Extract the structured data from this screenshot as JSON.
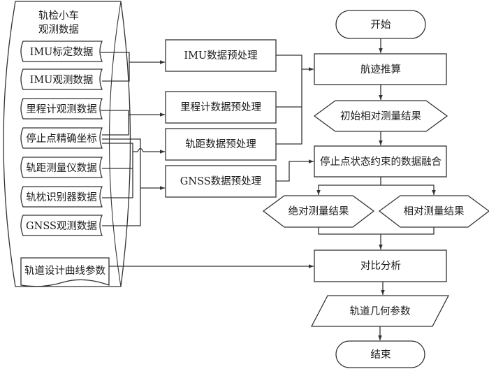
{
  "diagram": {
    "container": {
      "title_line1": "轨检小车",
      "title_line2": "观测数据"
    },
    "data_sources": [
      {
        "id": "imu-calib",
        "label": "IMU标定数据"
      },
      {
        "id": "imu-obs",
        "label": "IMU观测数据"
      },
      {
        "id": "odometer-obs",
        "label": "里程计观测数据"
      },
      {
        "id": "stop-coords",
        "label": "停止点精确坐标"
      },
      {
        "id": "gauge-data",
        "label": "轨距测量仪数据"
      },
      {
        "id": "sleeper-data",
        "label": "轨枕识别器数据"
      },
      {
        "id": "gnss-obs",
        "label": "GNSS观测数据"
      }
    ],
    "design_params": {
      "label": "轨道设计曲线参数"
    },
    "preprocess": [
      {
        "id": "imu-pre",
        "label": "IMU数据预处理"
      },
      {
        "id": "odometer-pre",
        "label": "里程计数据预处理"
      },
      {
        "id": "gauge-pre",
        "label": "轨距数据预处理"
      },
      {
        "id": "gnss-pre",
        "label": "GNSS数据预处理"
      }
    ],
    "flow": {
      "start": "开始",
      "dead_reckoning": "航迹推算",
      "initial_relative": "初始相对测量结果",
      "fusion": "停止点状态约束的数据融合",
      "absolute_result": "绝对测量结果",
      "relative_result": "相对测量结果",
      "comparison": "对比分析",
      "geometry_params": "轨道几何参数",
      "end": "结束"
    }
  }
}
